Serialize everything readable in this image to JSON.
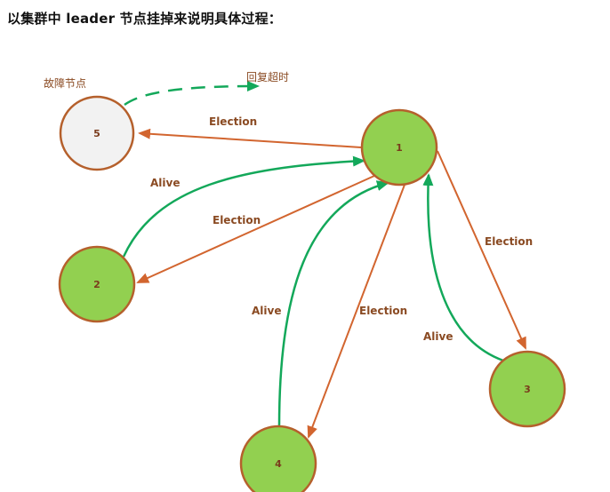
{
  "title": "以集群中 leader 节点挂掉来说明具体过程：",
  "colors": {
    "node_fill": "#92d050",
    "failed_node_fill": "#f2f2f2",
    "node_stroke": "#b5602c",
    "election_edge": "#d2652f",
    "alive_edge": "#13a85a",
    "label_text": "#8a4a22"
  },
  "nodes": {
    "n1": {
      "label": "1"
    },
    "n2": {
      "label": "2"
    },
    "n3": {
      "label": "3"
    },
    "n4": {
      "label": "4"
    },
    "n5": {
      "label": "5"
    }
  },
  "annotations": {
    "failed_node": "故障节点",
    "reply_timeout": "回复超时"
  },
  "edges": {
    "election_1_5": "Election",
    "election_1_2": "Election",
    "election_1_3": "Election",
    "election_1_4": "Election",
    "alive_2_1": "Alive",
    "alive_4_1": "Alive",
    "alive_3_1": "Alive"
  }
}
